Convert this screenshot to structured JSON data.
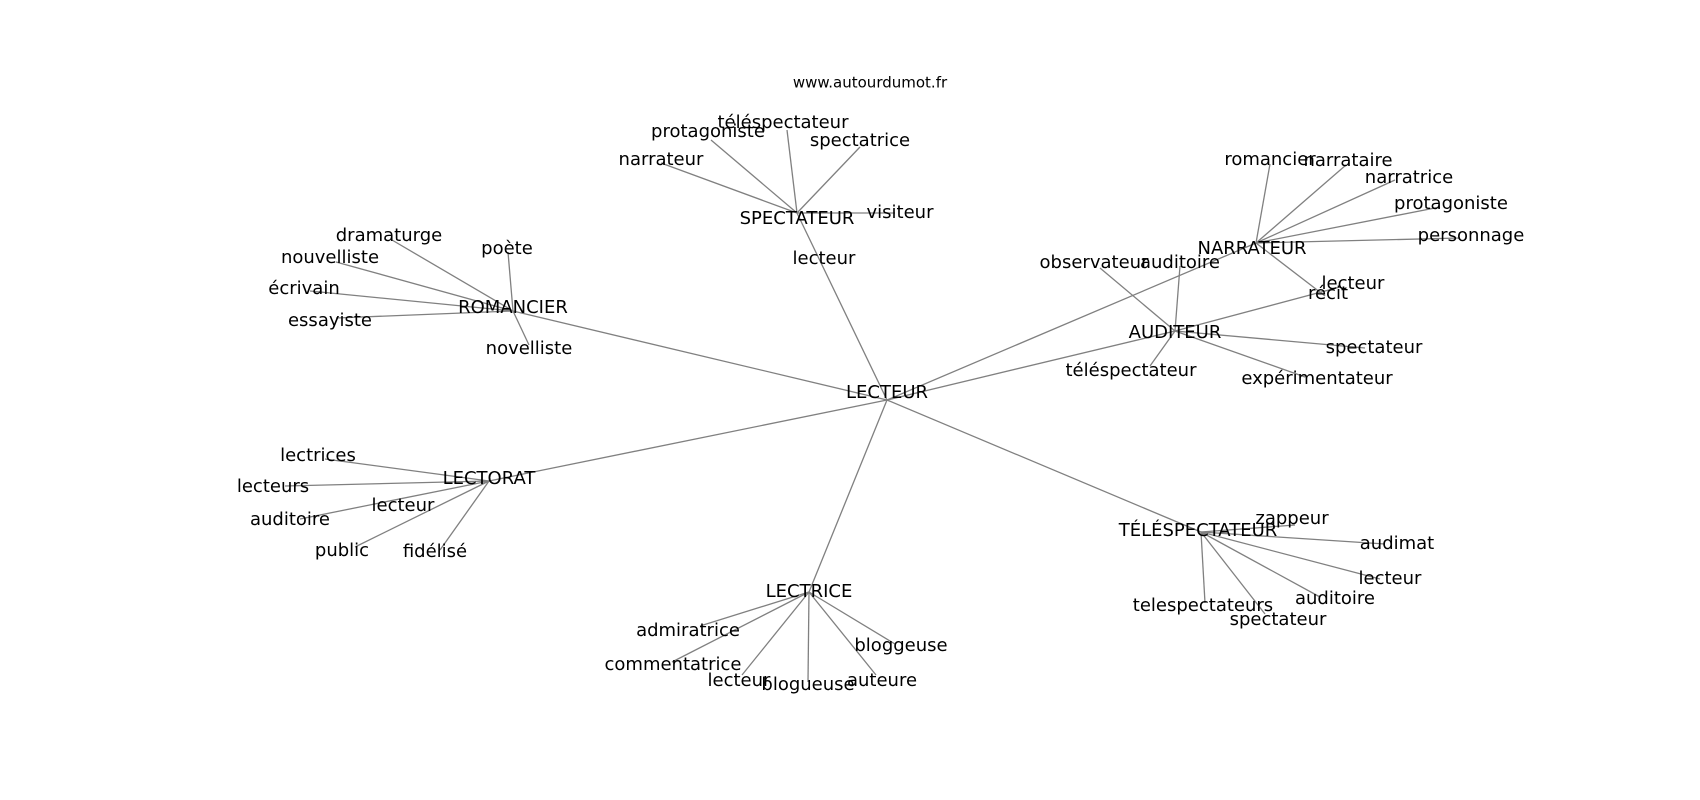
{
  "site": "www.autourdumot.fr",
  "colors": {
    "edge": "#808080",
    "text": "#000000",
    "background": "#ffffff"
  },
  "nodes": {
    "lecteur_center": "LECTEUR",
    "spectateur": "SPECTATEUR",
    "romancier": "ROMANCIER",
    "narrateur": "NARRATEUR",
    "auditeur": "AUDITEUR",
    "lectorat": "LECTORAT",
    "lectrice": "LECTRICE",
    "telespectateur": "TÉLÉSPECTATEUR",
    "sp_narrateur": "narrateur",
    "sp_protagoniste": "protagoniste",
    "sp_telespectateur": "téléspectateur",
    "sp_spectatrice": "spectatrice",
    "sp_visiteur": "visiteur",
    "sp_lecteur": "lecteur",
    "ro_dramaturge": "dramaturge",
    "ro_nouvelliste": "nouvelliste",
    "ro_ecrivain": "écrivain",
    "ro_essayiste": "essayiste",
    "ro_poete": "poète",
    "ro_novelliste": "novelliste",
    "na_romancier": "romancier",
    "na_narrataire": "narrataire",
    "na_narratrice": "narratrice",
    "na_protagoniste": "protagoniste",
    "na_personnage": "personnage",
    "na_lecteur": "lecteur",
    "na_recit": "récit",
    "au_observateur": "observateur",
    "au_auditoire": "auditoire",
    "au_spectateur": "spectateur",
    "au_experimentateur": "expérimentateur",
    "au_telespectateur": "téléspectateur",
    "lo_lectrices": "lectrices",
    "lo_lecteurs": "lecteurs",
    "lo_auditoire": "auditoire",
    "lo_lecteur": "lecteur",
    "lo_public": "public",
    "lo_fidelise": "fidélisé",
    "li_admiratrice": "admiratrice",
    "li_commentatrice": "commentatrice",
    "li_lecteur": "lecteur",
    "li_blogueuse": "blogueuse",
    "li_auteure": "auteure",
    "li_bloggeuse": "bloggeuse",
    "te_zappeur": "zappeur",
    "te_audimat": "audimat",
    "te_lecteur": "lecteur",
    "te_auditoire": "auditoire",
    "te_spectateur": "spectateur",
    "te_telespectateurs": "telespectateurs"
  }
}
